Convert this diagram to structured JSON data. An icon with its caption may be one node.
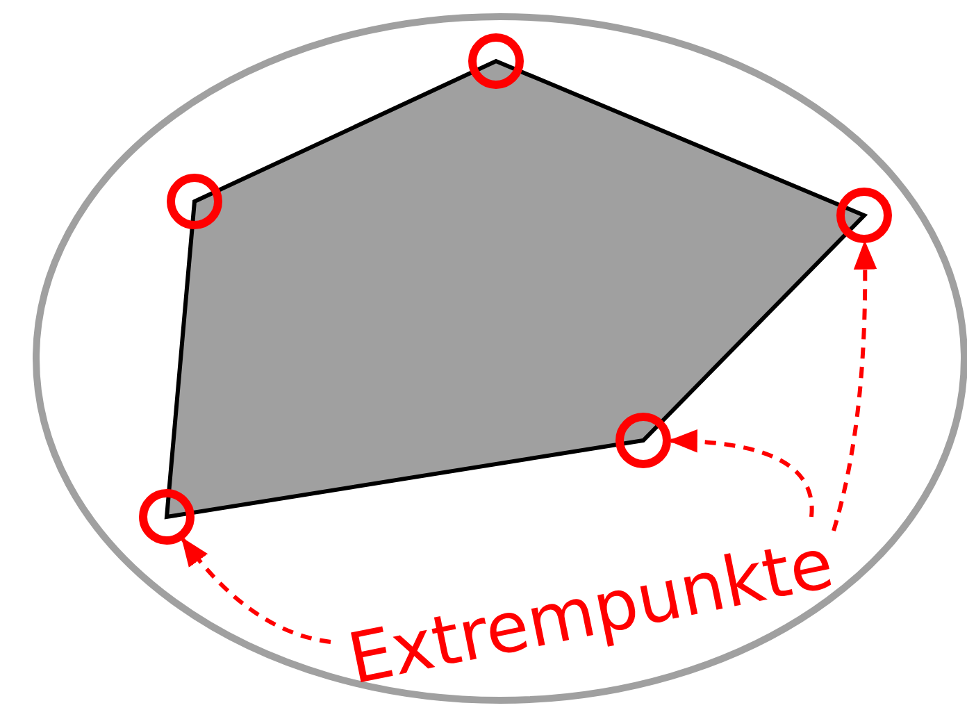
{
  "diagram": {
    "nodes": [
      {
        "text": [
          "Extrempunkte"
        ]
      },
      {
        "text": [],
        "shape": "circle"
      },
      {
        "text": [],
        "shape": "circle"
      },
      {
        "text": [],
        "shape": "circle"
      },
      {
        "text": [],
        "shape": "circle"
      },
      {
        "text": [],
        "shape": "circle"
      }
    ],
    "edges": [
      {
        "from": 0,
        "to": 1,
        "arrow": "to",
        "style": "dashed",
        "color": "#ff0000"
      },
      {
        "from": 0,
        "to": 4,
        "arrow": "to",
        "style": "dashed",
        "color": "#ff0000"
      },
      {
        "from": 0,
        "to": 5,
        "arrow": "to",
        "style": "dashed",
        "color": "#ff0000"
      }
    ]
  }
}
